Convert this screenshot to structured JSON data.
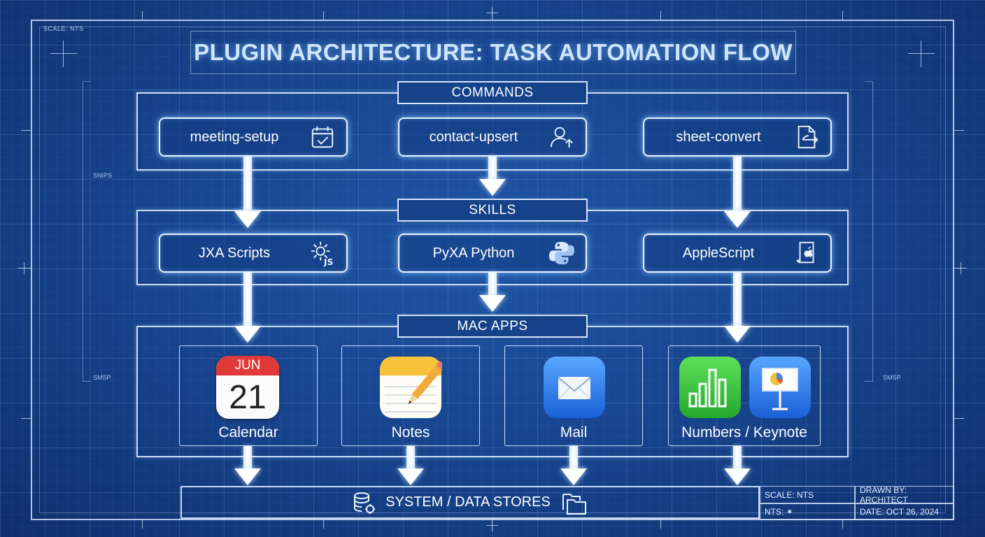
{
  "title": "PLUGIN ARCHITECTURE: TASK AUTOMATION FLOW",
  "corner_note": "SCALE: NTS",
  "side_labels": {
    "left_upper": "SNIPS",
    "left_lower": "SMSP",
    "right_lower": "SMSP"
  },
  "sections": {
    "commands": {
      "label": "COMMANDS",
      "items": [
        {
          "label": "meeting-setup",
          "icon": "calendar-check-icon"
        },
        {
          "label": "contact-upsert",
          "icon": "person-upload-icon"
        },
        {
          "label": "sheet-convert",
          "icon": "document-export-icon"
        }
      ]
    },
    "skills": {
      "label": "SKILLS",
      "items": [
        {
          "label": "JXA Scripts",
          "icon": "gear-js-icon"
        },
        {
          "label": "PyXA Python",
          "icon": "python-icon"
        },
        {
          "label": "AppleScript",
          "icon": "apple-script-icon"
        }
      ]
    },
    "mac_apps": {
      "label": "MAC APPS",
      "items": [
        {
          "label": "Calendar",
          "icon": "calendar-app-icon",
          "month": "JUN",
          "day": "21"
        },
        {
          "label": "Notes",
          "icon": "notes-app-icon"
        },
        {
          "label": "Mail",
          "icon": "mail-app-icon"
        },
        {
          "label": "Numbers / Keynote",
          "icon": "numbers-keynote-app-icon"
        }
      ]
    }
  },
  "data_stores": {
    "label": "SYSTEM / DATA STORES",
    "icons": [
      "database-icon",
      "folders-icon"
    ]
  },
  "title_block": {
    "scale": "SCALE: NTS",
    "nts": "NTS: ✶",
    "drawn_by": "DRAWN BY: ARCHITECT",
    "date": "DATE: OCT 26, 2024"
  },
  "colors": {
    "background": "#16428a",
    "line": "#eaf4ff",
    "glow": "#8cc8ff",
    "calendar_red": "#e0393a",
    "numbers_green": "#35c43f",
    "keynote_blue": "#2b7fe6"
  }
}
